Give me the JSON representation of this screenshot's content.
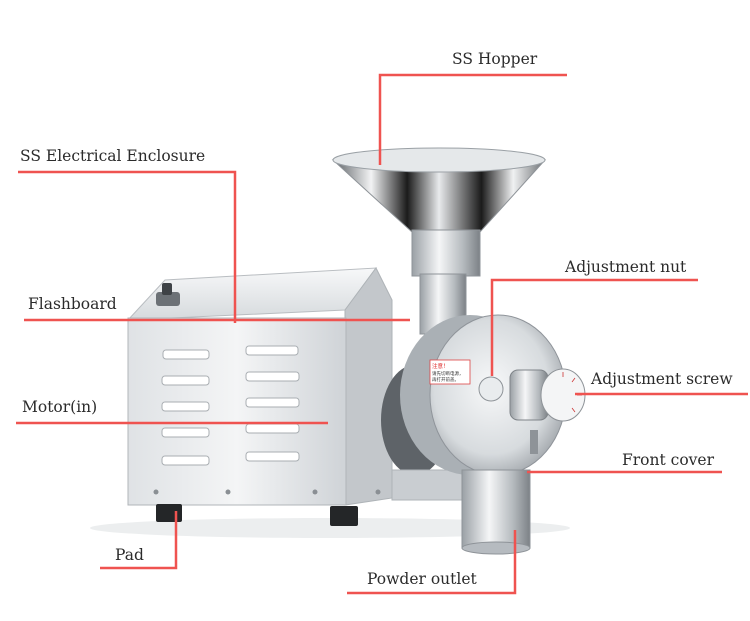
{
  "colors": {
    "leader": "#ef5350",
    "steel": "#c8ccd0",
    "dark": "#1b1b1b",
    "text": "#2b2b2b"
  },
  "labels": {
    "hopper": "SS Hopper",
    "enclosure": "SS Electrical Enclosure",
    "flashboard": "Flashboard",
    "motor": "Motor(in)",
    "pad": "Pad",
    "powder_outlet": "Powder outlet",
    "adjust_nut": "Adjustment nut",
    "adjust_screw": "Adjustment screw",
    "front_cover": "Front cover"
  },
  "warning_sticker": {
    "title": "注意！",
    "lines": [
      "请先切断电源，",
      "再打开前盖。"
    ]
  }
}
